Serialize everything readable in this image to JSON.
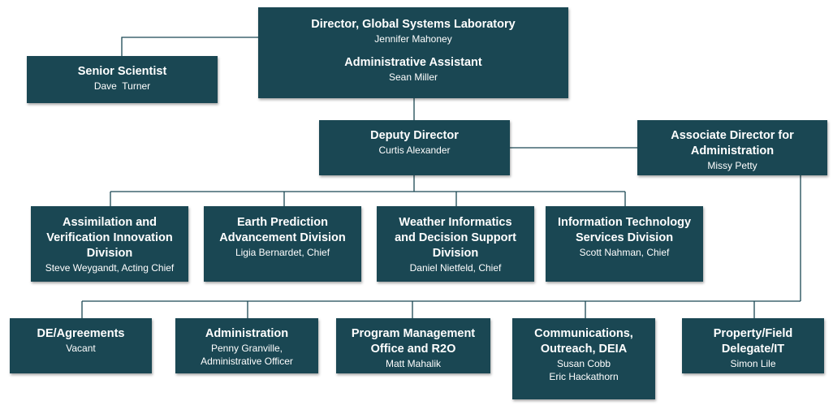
{
  "director": {
    "title": "Director, Global Systems Laboratory",
    "name": "Jennifer Mahoney",
    "assistant_title": "Administrative Assistant",
    "assistant_name": "Sean Miller"
  },
  "senior_scientist": {
    "title": "Senior Scientist",
    "name": "Dave  Turner"
  },
  "deputy": {
    "title": "Deputy Director",
    "name": "Curtis Alexander"
  },
  "associate": {
    "title_line1": "Associate Director for",
    "title_line2": "Administration",
    "name": "Missy Petty"
  },
  "divisions": [
    {
      "lines": [
        "Assimilation and",
        "Verification Innovation",
        "Division"
      ],
      "name": "Steve Weygandt, Acting Chief"
    },
    {
      "lines": [
        "Earth Prediction",
        "Advancement Division"
      ],
      "name": "Ligia Bernardet, Chief"
    },
    {
      "lines": [
        "Weather Informatics",
        "and Decision Support",
        "Division"
      ],
      "name": "Daniel Nietfeld, Chief"
    },
    {
      "lines": [
        "Information Technology",
        "Services Division"
      ],
      "name": "Scott Nahman, Chief"
    }
  ],
  "admin_units": [
    {
      "lines": [
        "DE/Agreements"
      ],
      "names": [
        "Vacant"
      ]
    },
    {
      "lines": [
        "Administration"
      ],
      "names": [
        "Penny Granville,",
        "Administrative Officer"
      ]
    },
    {
      "lines": [
        "Program Management",
        "Office and R2O"
      ],
      "names": [
        "Matt Mahalik"
      ]
    },
    {
      "lines": [
        "Communications,",
        "Outreach, DEIA"
      ],
      "names": [
        "Susan Cobb",
        "Eric Hackathorn"
      ]
    },
    {
      "lines": [
        "Property/Field",
        "Delegate/IT"
      ],
      "names": [
        "Simon Lile"
      ]
    }
  ],
  "colors": {
    "box": "#1a4753",
    "text": "#ffffff",
    "line": "#1a4753"
  }
}
